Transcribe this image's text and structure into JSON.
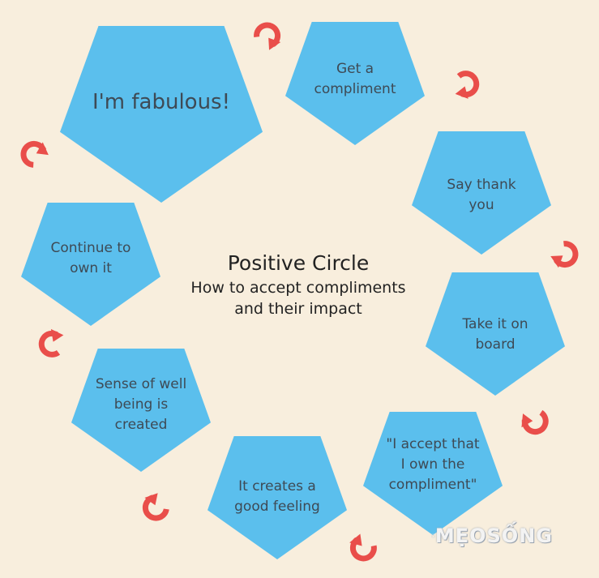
{
  "diagram": {
    "title": "Positive Circle",
    "subtitle": "How to accept compliments\nand  their impact",
    "nodes": [
      {
        "id": "fabulous",
        "label": "I'm fabulous!"
      },
      {
        "id": "get-compliment",
        "label": "Get a\ncompliment"
      },
      {
        "id": "say-thank-you",
        "label": "Say thank\nyou"
      },
      {
        "id": "take-on-board",
        "label": "Take it on\nboard"
      },
      {
        "id": "accept-own",
        "label": "\"I accept that\nI own the\ncompliment\""
      },
      {
        "id": "good-feeling",
        "label": "It creates a\ngood feeling"
      },
      {
        "id": "well-being",
        "label": "Sense of well\nbeing is\ncreated"
      },
      {
        "id": "continue-own",
        "label": "Continue to\nown it"
      }
    ],
    "cycle_direction": "clockwise",
    "colors": {
      "background": "#f8eedd",
      "pentagon": "#5bbfed",
      "arrow": "#e94e4a",
      "text": "#3e4a55"
    }
  },
  "watermark": {
    "text": "MẸOSỐNG",
    "icon": "meosong-logo-icon"
  }
}
